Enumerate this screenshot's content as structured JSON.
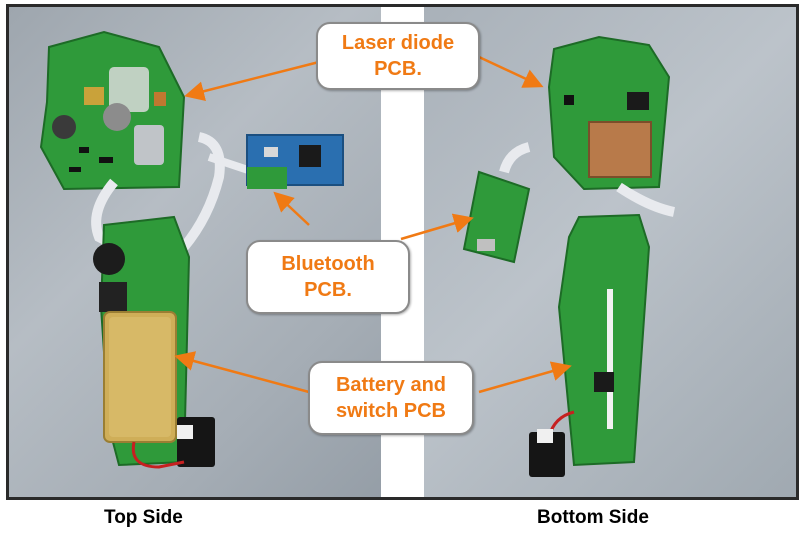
{
  "callouts": {
    "laser": [
      "Laser diode",
      "PCB."
    ],
    "bluetooth": [
      "Bluetooth",
      "PCB."
    ],
    "battery": [
      "Battery and",
      "switch PCB"
    ]
  },
  "captions": {
    "left": "Top Side",
    "right": "Bottom Side"
  },
  "colors": {
    "callout_text": "#f07a14",
    "arrow": "#f07a14",
    "pcb_green": "#2f9a3a"
  }
}
